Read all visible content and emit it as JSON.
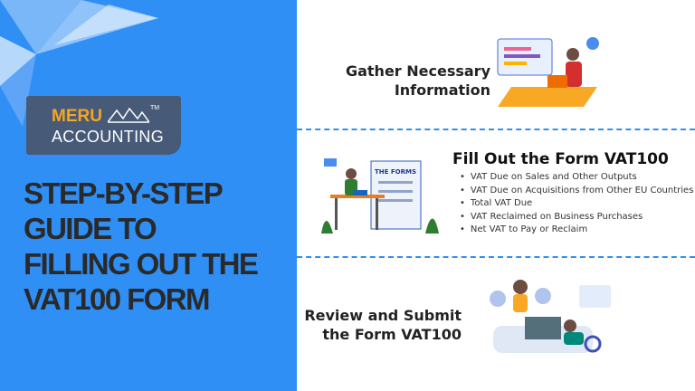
{
  "brand": {
    "name_top": "MERU",
    "name_bottom": "ACCOUNTING",
    "trademark": "TM",
    "accent": "#f5a623",
    "logo_bg": "#475a78"
  },
  "title_lines": [
    "STEP-BY-STEP",
    "GUIDE TO",
    "FILLING OUT THE",
    "VAT100 FORM"
  ],
  "colors": {
    "left_panel": "#2f8ff5",
    "divider": "#2f8ff5"
  },
  "steps": [
    {
      "heading_lines": [
        "Gather Necessary",
        "Information"
      ],
      "illustration": "person-at-desk-with-dashboard"
    },
    {
      "heading": "Fill Out the Form VAT100",
      "illustration_text": "THE FORMS",
      "items": [
        "VAT Due on Sales and Other Outputs",
        "VAT Due on Acquisitions from Other EU Countries",
        "Total VAT Due",
        "VAT Reclaimed on Business Purchases",
        "Net VAT to Pay or Reclaim"
      ]
    },
    {
      "heading_lines": [
        "Review and Submit",
        "the Form VAT100"
      ],
      "illustration": "people-with-laptop-review"
    }
  ]
}
